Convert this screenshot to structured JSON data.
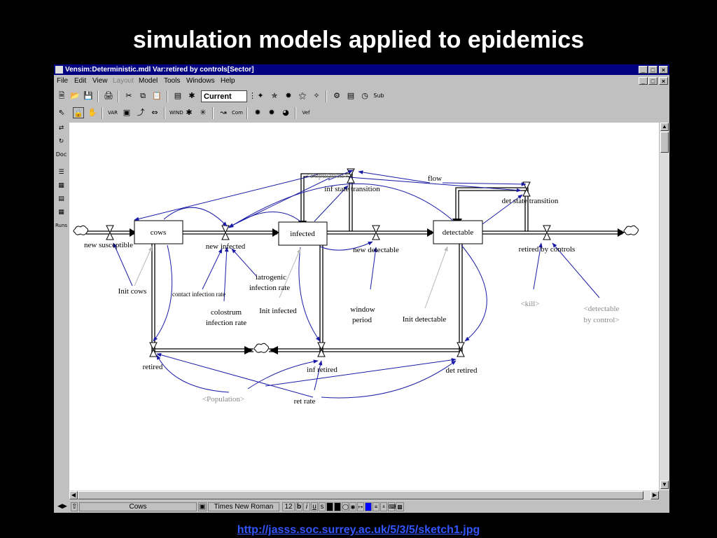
{
  "slide": {
    "title": "simulation models applied to epidemics",
    "link": "http://jasss.soc.surrey.ac.uk/5/3/5/sketch1.jpg"
  },
  "window": {
    "title": "Vensim:Deterministic.mdl Var:retired by controls[Sector]",
    "buttons": [
      "_",
      "□",
      "×"
    ]
  },
  "menu": {
    "items": [
      {
        "label": "File",
        "enabled": true
      },
      {
        "label": "Edit",
        "enabled": true
      },
      {
        "label": "View",
        "enabled": true
      },
      {
        "label": "Layout",
        "enabled": false
      },
      {
        "label": "Model",
        "enabled": true
      },
      {
        "label": "Tools",
        "enabled": true
      },
      {
        "label": "Windows",
        "enabled": true
      },
      {
        "label": "Help",
        "enabled": true
      }
    ]
  },
  "toolbar1": {
    "run_name": "Current",
    "sub_label": "Sub"
  },
  "toolbar2": {
    "labels": [
      "VAR",
      "WIND",
      "Com",
      "Vef"
    ]
  },
  "lefttools": {
    "doc_label": "Doc",
    "runs_label": "Runs"
  },
  "diagram": {
    "stocks": {
      "cows": "cows",
      "infected": "infected",
      "detectable": "detectable"
    },
    "flows": {
      "new_susceptible": "new susceptible",
      "new_infected": "new infected",
      "new_detectable": "new detectable",
      "retired_by_controls": "retired by controls",
      "inf_state_transition": "inf state transition",
      "det_state_transition": "det state transition",
      "retired": "retired",
      "inf_retired": "inf retired",
      "det_retired": "det retired"
    },
    "variables": {
      "population_top": "<Population>",
      "population_bottom": "<Population>",
      "flow": "flow",
      "init_cows": "Init cows",
      "contact_infection_rate": "contact infection rate",
      "colostrum_infection_rate_1": "colostrum",
      "colostrum_infection_rate_2": "infection rate",
      "iatrogenic_infection_rate_1": "iatrogenic",
      "iatrogenic_infection_rate_2": "infection rate",
      "init_infected": "Init infected",
      "window_period_1": "window",
      "window_period_2": "period",
      "init_detectable": "Init detectable",
      "kill": "<kill>",
      "detectable_by_control_1": "<detectable",
      "detectable_by_control_2": "by control>",
      "ret_rate": "ret rate"
    },
    "colors": {
      "link": "#1a1aa6",
      "shadow_link": "#b8b8b8",
      "shadow_text": "#8a8a8a"
    }
  },
  "statusbar": {
    "view": "Cows",
    "font": "Times New Roman",
    "size": "12",
    "style_buttons": [
      "b",
      "i",
      "u",
      "s"
    ]
  }
}
